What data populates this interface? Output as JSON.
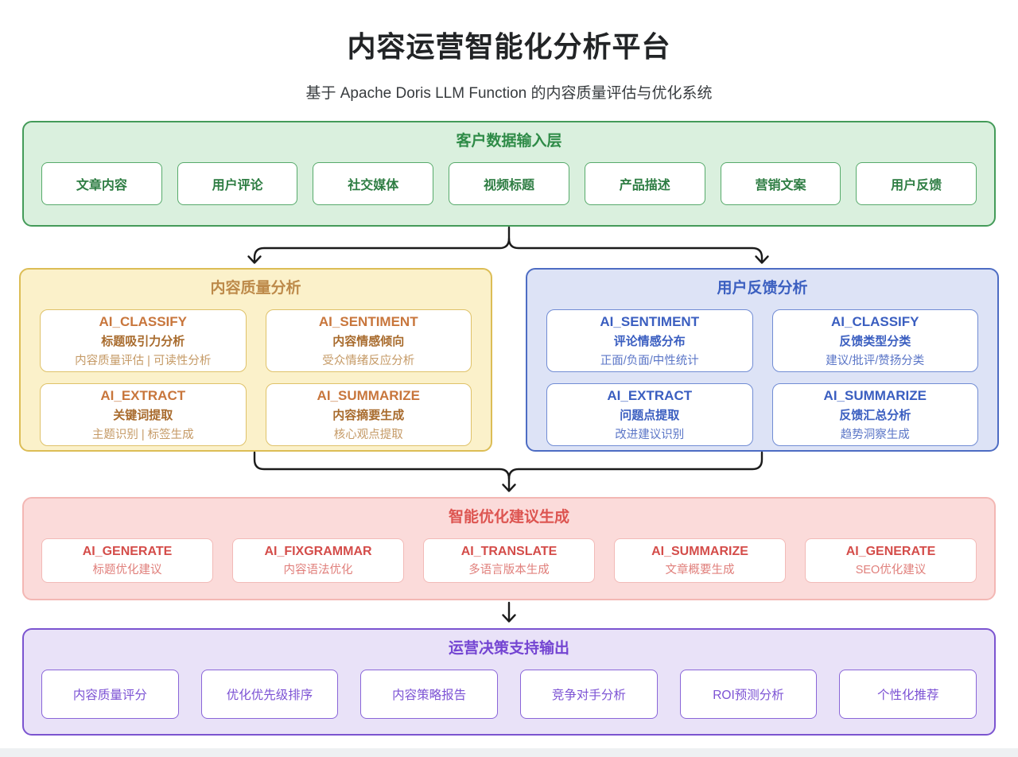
{
  "header": {
    "title": "内容运营智能化分析平台",
    "subtitle": "基于 Apache Doris LLM Function 的内容质量评估与优化系统"
  },
  "input_layer": {
    "title": "客户数据输入层",
    "items": [
      "文章内容",
      "用户评论",
      "社交媒体",
      "视频标题",
      "产品描述",
      "营销文案",
      "用户反馈"
    ]
  },
  "content_quality": {
    "title": "内容质量分析",
    "cards": [
      {
        "fn": "AI_CLASSIFY",
        "name": "标题吸引力分析",
        "desc": "内容质量评估 | 可读性分析"
      },
      {
        "fn": "AI_SENTIMENT",
        "name": "内容情感倾向",
        "desc": "受众情绪反应分析"
      },
      {
        "fn": "AI_EXTRACT",
        "name": "关键词提取",
        "desc": "主题识别 | 标签生成"
      },
      {
        "fn": "AI_SUMMARIZE",
        "name": "内容摘要生成",
        "desc": "核心观点提取"
      }
    ]
  },
  "user_feedback": {
    "title": "用户反馈分析",
    "cards": [
      {
        "fn": "AI_SENTIMENT",
        "name": "评论情感分布",
        "desc": "正面/负面/中性统计"
      },
      {
        "fn": "AI_CLASSIFY",
        "name": "反馈类型分类",
        "desc": "建议/批评/赞扬分类"
      },
      {
        "fn": "AI_EXTRACT",
        "name": "问题点提取",
        "desc": "改进建议识别"
      },
      {
        "fn": "AI_SUMMARIZE",
        "name": "反馈汇总分析",
        "desc": "趋势洞察生成"
      }
    ]
  },
  "optimization": {
    "title": "智能优化建议生成",
    "cards": [
      {
        "fn": "AI_GENERATE",
        "name": "标题优化建议"
      },
      {
        "fn": "AI_FIXGRAMMAR",
        "name": "内容语法优化"
      },
      {
        "fn": "AI_TRANSLATE",
        "name": "多语言版本生成"
      },
      {
        "fn": "AI_SUMMARIZE",
        "name": "文章概要生成"
      },
      {
        "fn": "AI_GENERATE",
        "name": "SEO优化建议"
      }
    ]
  },
  "decision_output": {
    "title": "运营决策支持输出",
    "items": [
      "内容质量评分",
      "优化优先级排序",
      "内容策略报告",
      "竞争对手分析",
      "ROI预测分析",
      "个性化推荐"
    ]
  },
  "colors": {
    "input_green_bg": "#daf0de",
    "input_green_border": "#449b59",
    "input_green_text": "#2e8b47",
    "quality_yellow_bg": "#fbf1ca",
    "quality_yellow_border": "#dcbd55",
    "quality_orange_text": "#c8763c",
    "feedback_blue_bg": "#dde3f6",
    "feedback_blue_border": "#4d6cc3",
    "feedback_blue_text": "#3a5ec0",
    "optimize_red_bg": "#fbdbda",
    "optimize_red_border": "#f3b7b4",
    "optimize_red_text": "#d44d4a",
    "output_purple_bg": "#e9e2f8",
    "output_purple_border": "#7b54d0",
    "output_purple_text": "#7c52d4",
    "arrow": "#1b1b1b"
  }
}
